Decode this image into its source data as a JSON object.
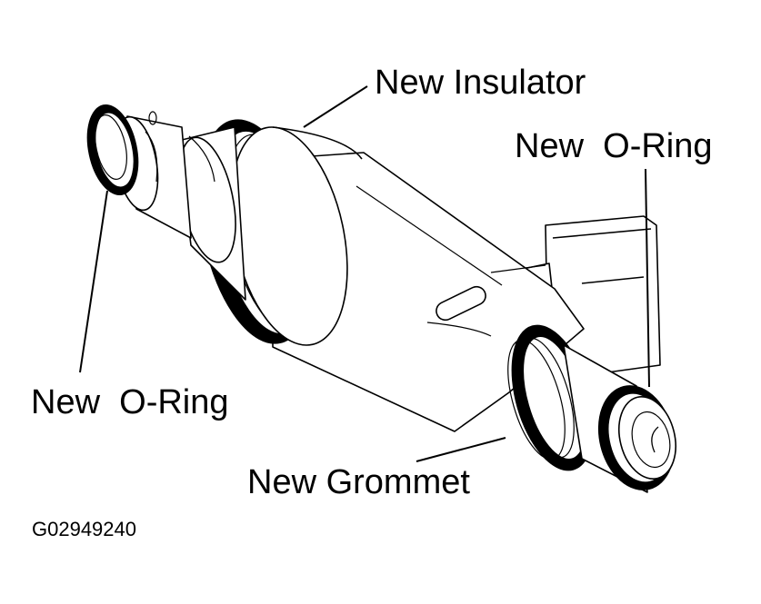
{
  "diagram": {
    "labels": {
      "insulator": "New Insulator",
      "oring_top_right": "New  O-Ring",
      "oring_left": "New  O-Ring",
      "grommet": "New Grommet"
    },
    "figure_id": "G02949240"
  },
  "colors": {
    "line": "#000000",
    "background": "#ffffff"
  }
}
